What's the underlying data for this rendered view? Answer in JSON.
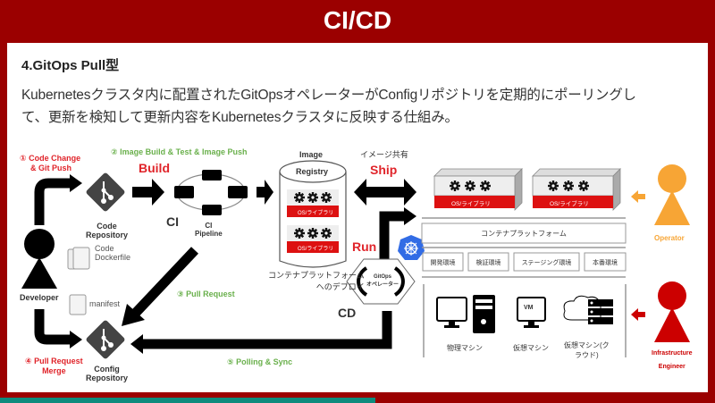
{
  "header": {
    "title": "CI/CD"
  },
  "section": {
    "title": "4.GitOps Pull型",
    "description_line1": "Kubernetesクラスタ内に配置されたGitOpsオペレーターがConfigリポジトリを定期的にポーリングし",
    "description_line2": "て、更新を検知して更新内容をKubernetesクラスタに反映する仕組み。"
  },
  "diagram": {
    "steps": {
      "step1_line1": "① Code Change",
      "step1_line2": "& Git Push",
      "step2": "② Image Build & Test & Image Push",
      "step3": "③ Pull Request",
      "step4_line1": "④ Pull Request",
      "step4_line2": "Merge",
      "step5": "⑤ Polling & Sync"
    },
    "phases": {
      "build": "Build",
      "ship": "Ship",
      "run": "Run",
      "ci": "CI",
      "cd": "CD"
    },
    "labels": {
      "code_repo_line1": "Code",
      "code_repo_line2": "Repository",
      "ci_pipeline_line1": "CI",
      "ci_pipeline_line2": "Pipeline",
      "image_registry_line1": "Image",
      "image_registry_line2": "Registry",
      "image_share": "イメージ共有",
      "code_file_line1": "Code",
      "code_file_line2": "Dockerfile",
      "manifest": "manifest",
      "developer": "Developer",
      "config_repo_line1": "Config",
      "config_repo_line2": "Repository",
      "deploy_line1": "コンテナプラットフォーム",
      "deploy_line2": "へのデプロイ",
      "gitops_operator_line1": "GitOps",
      "gitops_operator_line2": "オペレーター",
      "os_library": "OS/ライブラリ",
      "container_platform": "コンテナプラットフォーム",
      "operator": "Operator",
      "infra_engineer_line1": "Infrastructure",
      "infra_engineer_line2": "Engineer"
    },
    "environments": [
      "開発環境",
      "検証環境",
      "ステージング環境",
      "本番環境"
    ],
    "machines": [
      "物理マシン",
      "仮想マシン",
      "仮想マシン(ク",
      "ラウド)"
    ],
    "vm_label": "VM"
  },
  "colors": {
    "brand_red": "#9b0000",
    "accent_red": "#e0242a",
    "green": "#6ab04c",
    "orange": "#f7a535",
    "k8s_blue": "#326ce5",
    "progress": "#0e8b7d"
  },
  "progress": {
    "fraction": 0.525
  }
}
